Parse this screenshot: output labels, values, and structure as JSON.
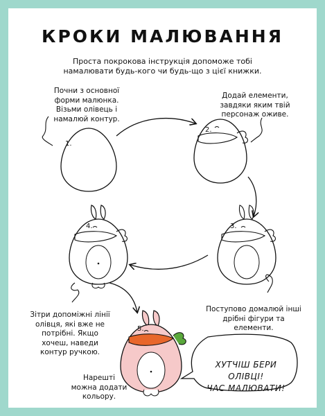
{
  "title": "КРОКИ МАЛЮВАННЯ",
  "intro": "Проста покрокова інструкція допоможе тобі намалювати будь-кого чи будь-що з цієї книжки.",
  "steps": [
    {
      "number": "1.",
      "text": "Почни з основної форми малюнка. Візьми олівець і намалюй контур."
    },
    {
      "number": "2.",
      "text": "Додай елементи, завдяки яким твій персонаж оживе."
    },
    {
      "number": "3.",
      "text": "Поступово домалюй інші дрібні фігури та елементи."
    },
    {
      "number": "4.",
      "text": "Зітри допоміжні лінії олівця, які вже не потрібні. Якщо хочеш, наведи контур ручкою."
    },
    {
      "number": "5.",
      "text": "Нарешті можна додати кольору."
    }
  ],
  "bubble": {
    "line1": "ХУТЧІШ БЕРИ ОЛІВЦІ!",
    "line2": "ЧАС МАЛЮВАТИ!"
  },
  "colors": {
    "border": "#9fd8cc",
    "bunny_pink": "#f6c9c9",
    "carrot": "#e8672b",
    "carrot_leaf": "#5aa83c"
  }
}
